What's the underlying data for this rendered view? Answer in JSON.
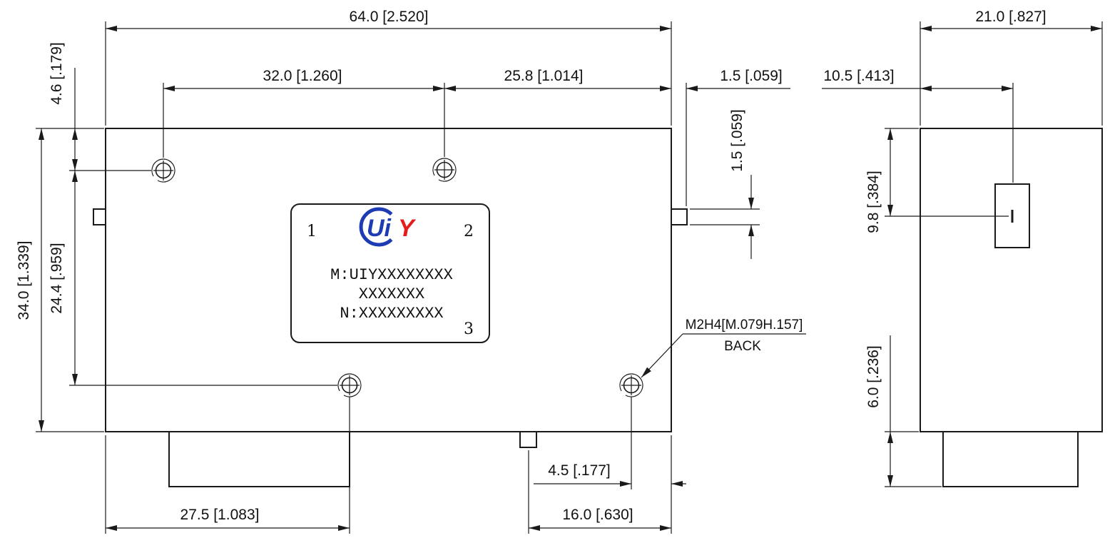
{
  "drawing": {
    "dims": {
      "top_width": "64.0 [2.520]",
      "side_width": "21.0 [.827]",
      "hole_spacing_horizontal": "32.0 [1.260]",
      "hole_to_right_edge": "25.8 [1.014]",
      "tab_protrusion": "1.5 [.059]",
      "slot_from_edge": "10.5 [.413]",
      "hole_from_top": "4.6 [.179]",
      "body_height": "34.0 [1.339]",
      "hole_spacing_vertical": "24.4 [.959]",
      "tab_thickness": "1.5 [.059]",
      "slot_from_top": "9.8 [.384]",
      "foot_height": "6.0 [.236]",
      "connector_span": "27.5 [1.083]",
      "screw_to_edge": "4.5 [.177]",
      "foot_span": "16.0 [.630]"
    },
    "callout": {
      "screw_spec": "M2H4[M.079H.157]",
      "face": "BACK"
    },
    "plate": {
      "port_1": "1",
      "port_2": "2",
      "port_3": "3",
      "model_line": "M:UIYXXXXXXXX",
      "model_line2": "XXXXXXX",
      "serial_line": "N:XXXXXXXXX",
      "logo_blue": "Ui",
      "logo_red": "Y"
    },
    "colors": {
      "ink": "#1a1a1a",
      "logo_blue": "#1d3bb3",
      "logo_red": "#e51c1c"
    }
  }
}
